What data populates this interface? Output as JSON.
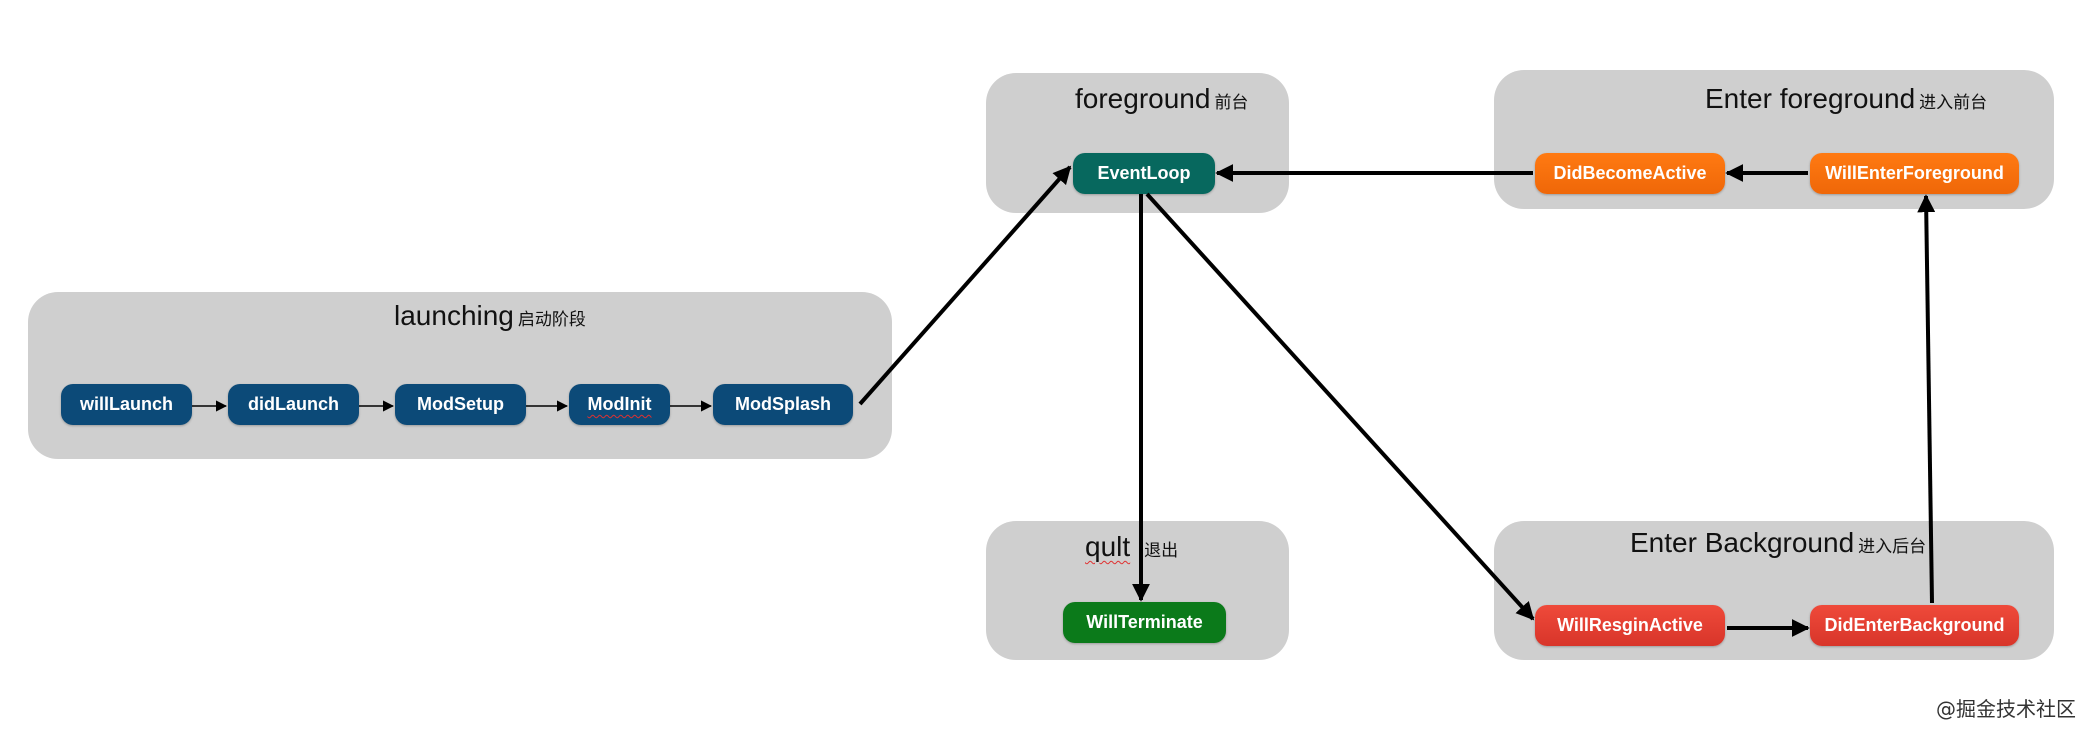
{
  "groups": {
    "launching": {
      "title": "launching",
      "subtitle": "启动阶段"
    },
    "foreground": {
      "title": "foreground",
      "subtitle": "前台"
    },
    "enter_foreground": {
      "title": "Enter foreground",
      "subtitle": "进入前台"
    },
    "quit": {
      "title": "qult",
      "subtitle": "退出"
    },
    "enter_background": {
      "title": "Enter Background",
      "subtitle": "进入后台"
    }
  },
  "nodes": {
    "will_launch": "willLaunch",
    "did_launch": "didLaunch",
    "mod_setup": "ModSetup",
    "mod_init": "ModInit",
    "mod_splash": "ModSplash",
    "event_loop": "EventLoop",
    "did_become_active": "DidBecomeActive",
    "will_enter_foreground": "WillEnterForeground",
    "will_terminate": "WillTerminate",
    "will_resign_active": "WillResginActive",
    "did_enter_background": "DidEnterBackground"
  },
  "colors": {
    "launch_node": "#0c4a78",
    "foreground_node": "#07685e",
    "enter_foreground_node": "#ef6708",
    "background_node": "#d8352a",
    "terminate_node": "#0b7a1a",
    "group_fill": "#cfcfcf"
  },
  "edges": [
    {
      "from": "willLaunch",
      "to": "didLaunch"
    },
    {
      "from": "didLaunch",
      "to": "ModSetup"
    },
    {
      "from": "ModSetup",
      "to": "ModInit"
    },
    {
      "from": "ModInit",
      "to": "ModSplash"
    },
    {
      "from": "ModSplash",
      "to": "EventLoop"
    },
    {
      "from": "EventLoop",
      "to": "WillTerminate"
    },
    {
      "from": "EventLoop",
      "to": "WillResginActive"
    },
    {
      "from": "WillResginActive",
      "to": "DidEnterBackground"
    },
    {
      "from": "DidEnterBackground",
      "to": "WillEnterForeground"
    },
    {
      "from": "WillEnterForeground",
      "to": "DidBecomeActive"
    },
    {
      "from": "DidBecomeActive",
      "to": "EventLoop"
    }
  ],
  "watermark": "@掘金技术社区"
}
